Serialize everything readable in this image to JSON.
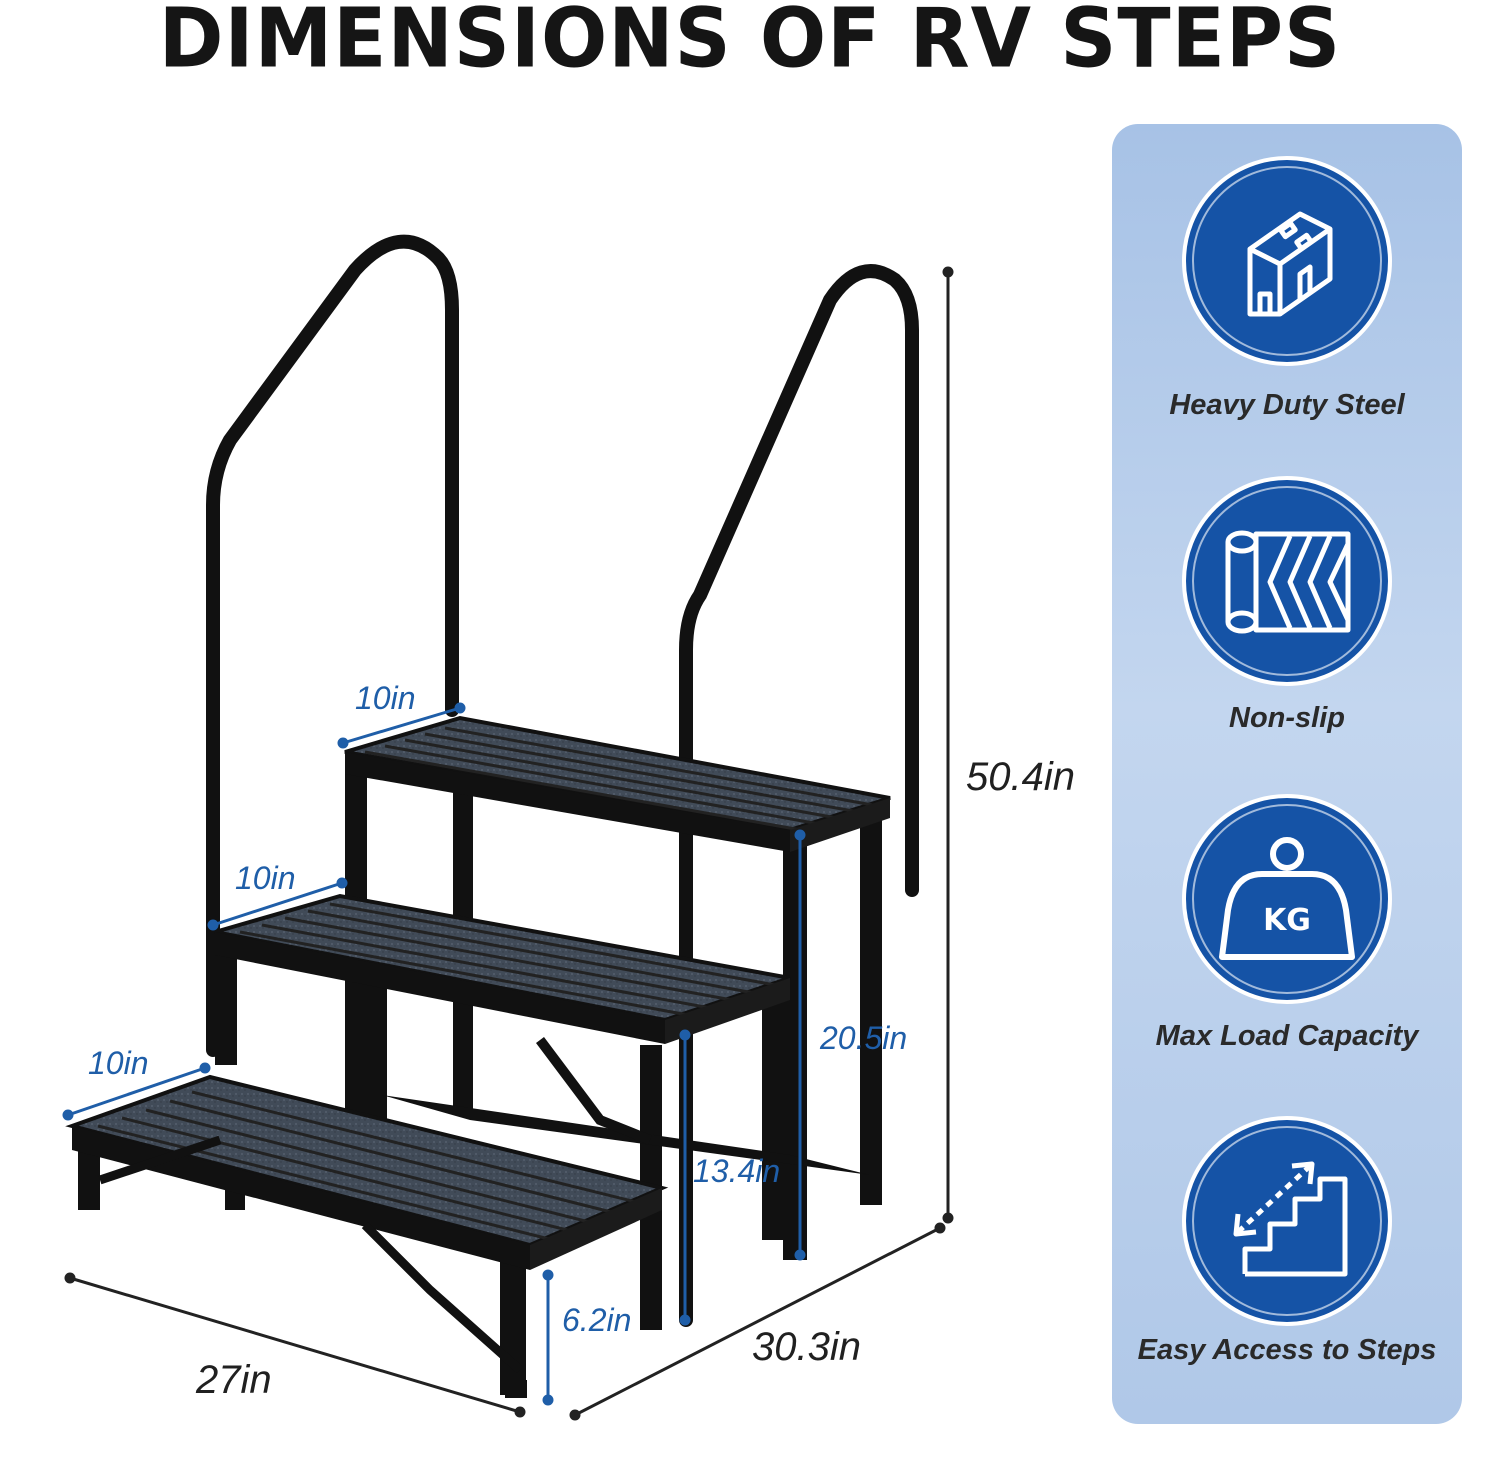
{
  "title": "DIMENSIONS OF RV STEPS",
  "dimensions": {
    "top_depth": "10in",
    "middle_depth": "10in",
    "bottom_depth": "10in",
    "total_height": "50.4in",
    "top_step_height": "20.5in",
    "middle_step_height": "13.4in",
    "bottom_step_height": "6.2in",
    "width": "27in",
    "length": "30.3in"
  },
  "features": [
    {
      "label": "Heavy Duty Steel",
      "icon": "steel-beam-icon"
    },
    {
      "label": "Non-slip",
      "icon": "textured-roll-icon"
    },
    {
      "label": "Max Load Capacity",
      "icon": "kg-weight-icon",
      "badge_text": "KG"
    },
    {
      "label": "Easy Access to Steps",
      "icon": "stairs-arrow-icon"
    }
  ],
  "colors": {
    "accent_blue": "#1f5ea8",
    "badge_blue": "#1553a6",
    "panel_light": "#bcd1ee",
    "frame_black": "#111111",
    "tread_gray": "#3e4754"
  }
}
